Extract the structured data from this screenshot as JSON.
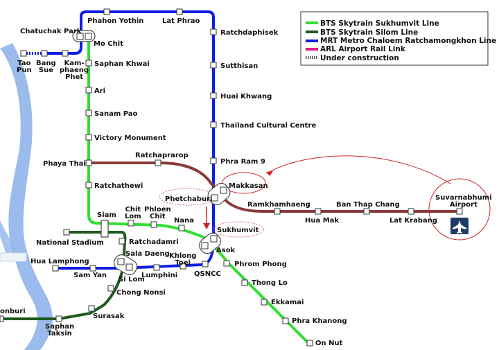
{
  "legend": {
    "items": [
      {
        "label": "BTS Skytrain Sukhumvit Line",
        "color": "#33dd33",
        "style": "solid"
      },
      {
        "label": "BTS Skytrain Silom Line",
        "color": "#1f5a1f",
        "style": "solid"
      },
      {
        "label": "MRT Metro Chaloem Ratchamongkhon Line",
        "color": "#0f1ee6",
        "style": "solid"
      },
      {
        "label": "ARL Airport Rail Link",
        "color": "#e0208a",
        "style": "solid"
      },
      {
        "label": "Under construction",
        "color": "#555555",
        "style": "dotted"
      }
    ]
  },
  "colors": {
    "sukhumvit": "#33dd33",
    "silom": "#1f5a1f",
    "mrt": "#0f1ee6",
    "arl": "#8b3a3a",
    "river": "#8fb4ea",
    "highlight": "#cc2222"
  },
  "stations": {
    "tao_pun": "Tao Pun",
    "bang_sue": "Bang Sue",
    "kamphaeng_phet": "Kam- phaeng Phet",
    "chatuchak_park": "Chatuchak Park",
    "mo_chit": "Mo Chit",
    "phahon_yothin": "Phahon Yothin",
    "lat_phrao": "Lat Phrao",
    "ratchadaphisek": "Ratchdaphisek",
    "sutthisan": "Sutthisan",
    "huai_khwang": "Huai Khwang",
    "thailand_cultural_centre": "Thailand Cultural Centre",
    "phra_ram_9": "Phra Ram 9",
    "saphan_khwai": "Saphan Khwai",
    "ari": "Ari",
    "sanam_pao": "Sanam Pao",
    "victory_monument": "Victory Monument",
    "phaya_thai": "Phaya Thai",
    "ratchathewi": "Ratchathewi",
    "ratchaprarop": "Ratchaprarop",
    "makkasan": "Makkasan",
    "phetchaburi": "Phetchaburi",
    "ramkhamhaeng": "Ramkhamhaeng",
    "hua_mak": "Hua Mak",
    "ban_thap_chang": "Ban Thap Chang",
    "lat_krabang": "Lat Krabang",
    "suvarnabhumi": "Suvarnabhumi Airport",
    "siam": "Siam",
    "chit_lom": "Chit Lom",
    "phloen_chit": "Phloen Chit",
    "nana": "Nana",
    "sukhumvit": "Sukhumvit",
    "asok": "Asok",
    "national_stadium": "National Stadium",
    "ratchadamri": "Ratchadamri",
    "sala_daeng": "Sala Daeng",
    "si_lom": "Si Lom",
    "khlong_toei": "Khlong Toei",
    "lumphini": "Lumphini",
    "qsncc": "QSNCC",
    "hua_lamphong": "Hua Lamphong",
    "sam_yan": "Sam Yan",
    "chong_nonsi": "Chong Nonsi",
    "surasak": "Surasak",
    "saphan_taksin": "Saphan Taksin",
    "thonburi": "onburi",
    "phrom_phong": "Phrom Phong",
    "thong_lo": "Thong Lo",
    "ekkamai": "Ekkamai",
    "phra_khanong": "Phra Khanong",
    "on_nut": "On Nut"
  },
  "icons": {
    "airport": "airplane-icon"
  }
}
